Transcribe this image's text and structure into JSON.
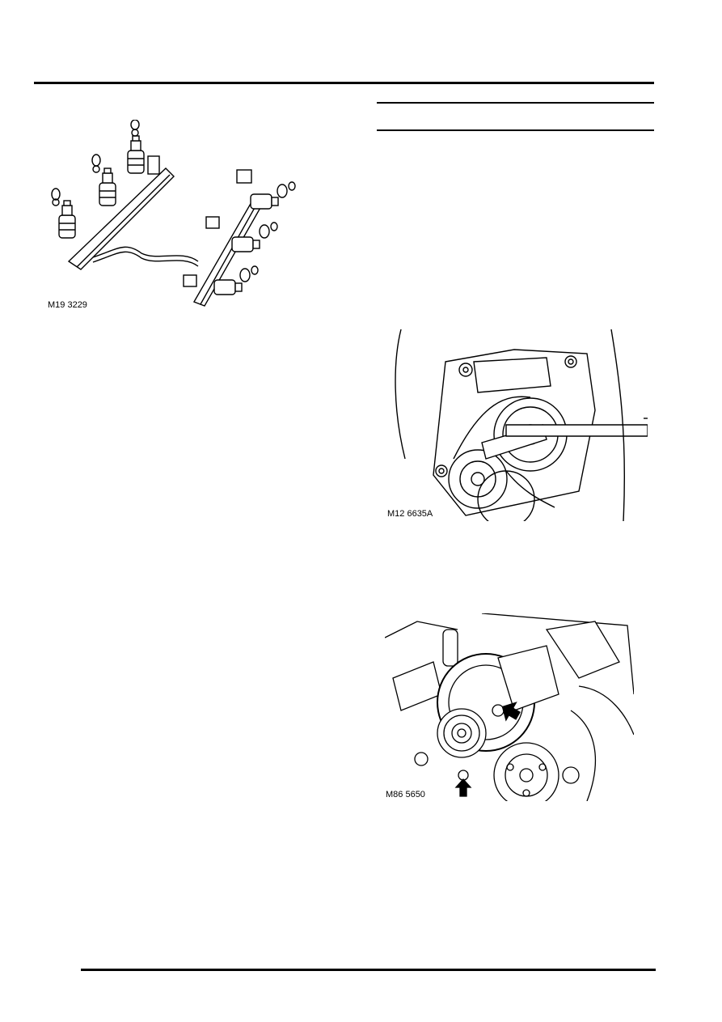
{
  "figures": [
    {
      "caption": "M19 3229",
      "icon": "fuel-rail-injectors-illustration"
    },
    {
      "caption": "M12 6635A",
      "icon": "belt-tensioner-illustration"
    },
    {
      "caption": "M86 5650",
      "icon": "alternator-illustration"
    }
  ],
  "colors": {
    "line": "#000000",
    "background": "#ffffff"
  }
}
